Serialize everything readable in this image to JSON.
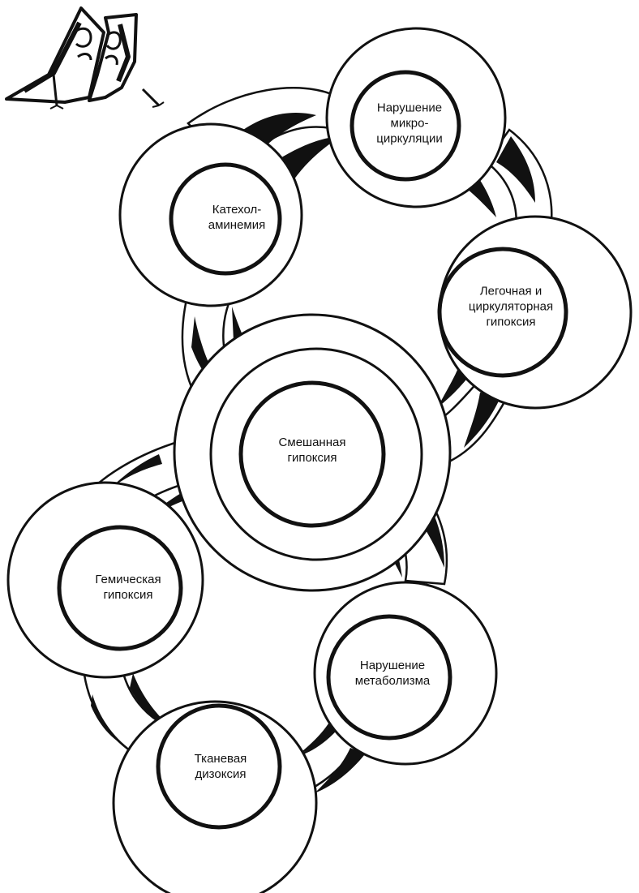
{
  "colors": {
    "ink": "#111111",
    "paper": "#ffffff"
  },
  "decoration": {
    "icon": "stylized-lungs-logo"
  },
  "nodes": [
    {
      "id": "microcirculation",
      "label": "Нарушение\nмикро-\nциркуляции"
    },
    {
      "id": "catecholaminemia",
      "label": "Катехол-\nаминемия"
    },
    {
      "id": "pulmonary",
      "label": "Легочная и\nциркуляторная\nгипоксия"
    },
    {
      "id": "mixed",
      "label": "Смешанная\nгипоксия"
    },
    {
      "id": "hemic",
      "label": "Гемическая\nгипоксия"
    },
    {
      "id": "metabolism",
      "label": "Нарушение\nметаболизма"
    },
    {
      "id": "tissue",
      "label": "Тканевая\nдизоксия"
    }
  ]
}
